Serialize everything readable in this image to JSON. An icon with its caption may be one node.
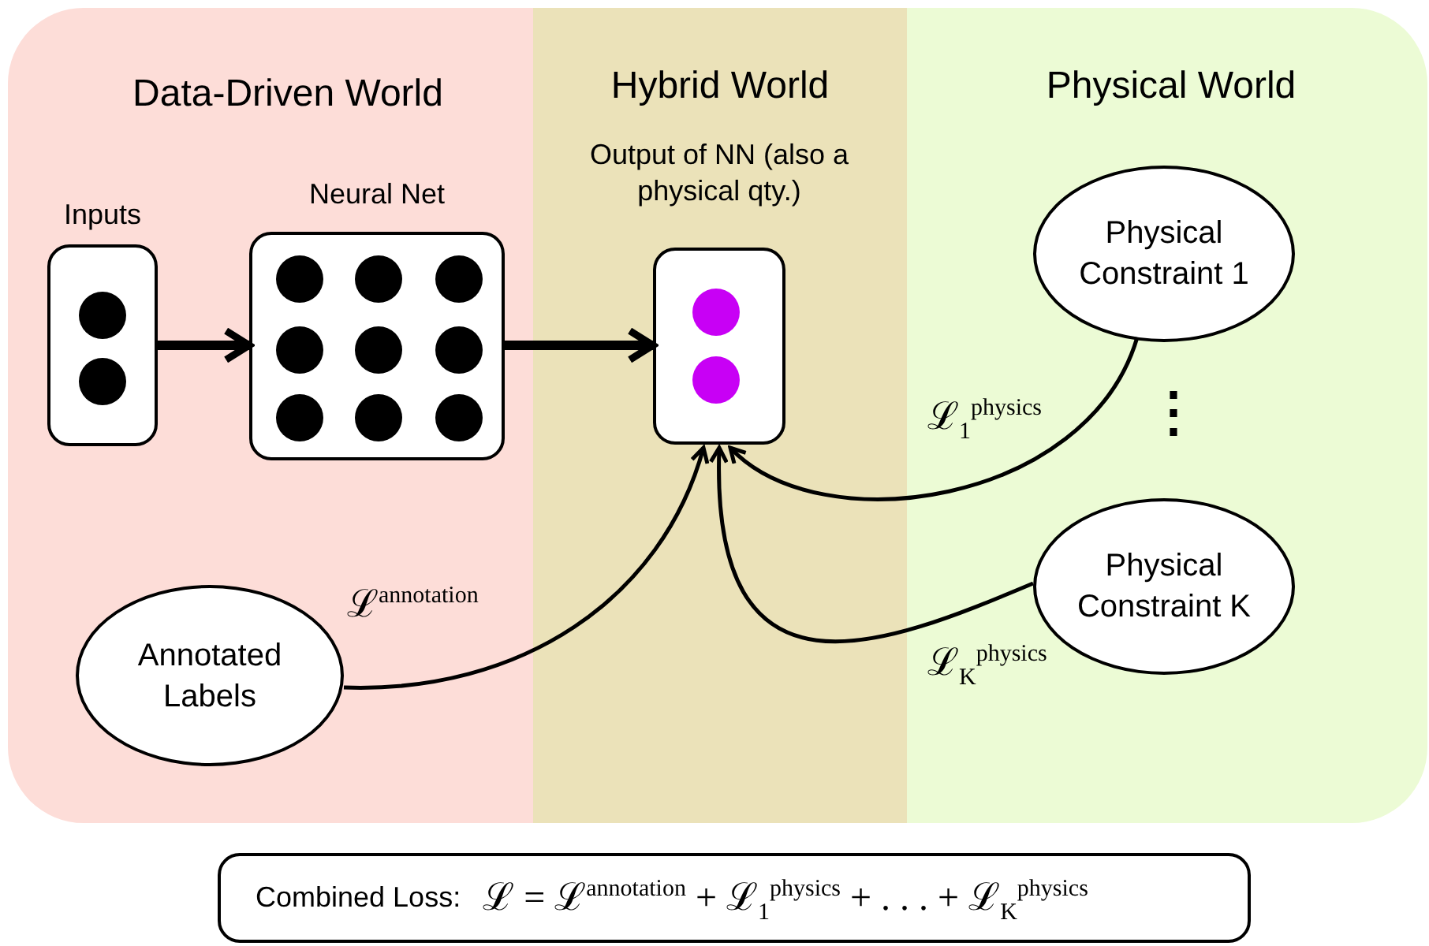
{
  "diagram": {
    "nodes": [
      {
        "text": [
          "Data-Driven World"
        ]
      },
      {
        "text": [
          "Hybrid World"
        ]
      },
      {
        "text": [
          "Physical World"
        ]
      },
      {
        "text": [
          "Inputs"
        ],
        "in": 0
      },
      {
        "text": [
          "Neural Net"
        ],
        "in": 0
      },
      {
        "text": [
          "Output of NN (also a physical qty.)"
        ],
        "in": 1
      },
      {
        "text": [
          "Physical Constraint 1"
        ],
        "in": 2
      },
      {
        "text": [
          "Physical Constraint K"
        ],
        "in": 2
      },
      {
        "text": [
          "Annotated Labels"
        ],
        "in": 0
      },
      {
        "text": [
          "Combined Loss:",
          "ℒ = ℒ$^{annotation}$ + ℒ$_{1}$$^{physics}$ + . . . + ℒ$_{K}$$^{physics}$"
        ]
      }
    ],
    "edges": [
      {
        "from": 3,
        "to": 4,
        "arrow": "to",
        "style": "thick"
      },
      {
        "from": 4,
        "to": 5,
        "arrow": "to",
        "style": "thick"
      },
      {
        "from": 6,
        "to": 5,
        "arrow": "to",
        "label": "ℒ$_{1}$$^{physics}$"
      },
      {
        "from": 7,
        "to": 5,
        "arrow": "to",
        "label": "ℒ$_{K}$$^{physics}$"
      },
      {
        "from": 8,
        "to": 5,
        "arrow": "to",
        "label": "ℒ$^{annotation}$"
      }
    ],
    "labels": [
      "⋮"
    ]
  }
}
